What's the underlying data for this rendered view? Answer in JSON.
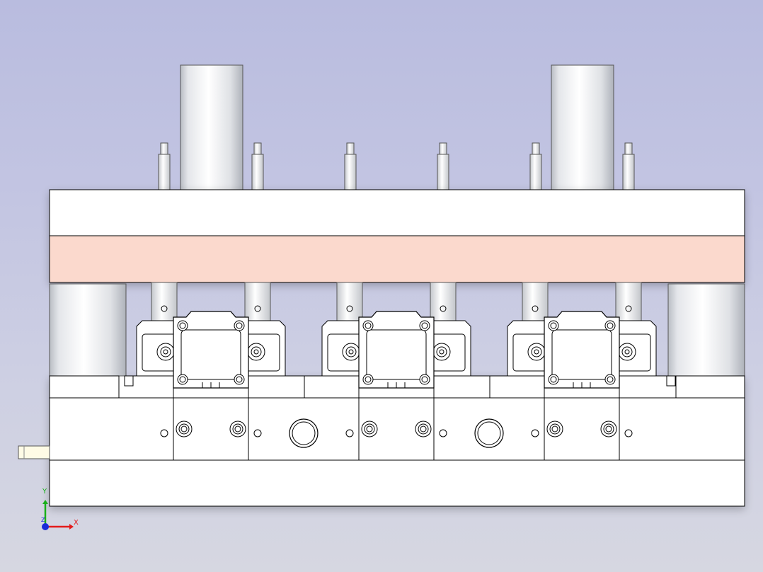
{
  "viewport": {
    "background_top": "#b9bcdf",
    "background_bottom": "#d6d7e1"
  },
  "model": {
    "body_color": "#ffffff",
    "edge_color": "#000000",
    "highlight_plate_color": "#fbd9cd",
    "cylinder_color": "#e9ebee"
  },
  "triad": {
    "x_label": "X",
    "y_label": "Y",
    "z_label": "Z",
    "x_color": "#e31b1b",
    "y_color": "#19b019",
    "z_color": "#1a2ad8"
  }
}
